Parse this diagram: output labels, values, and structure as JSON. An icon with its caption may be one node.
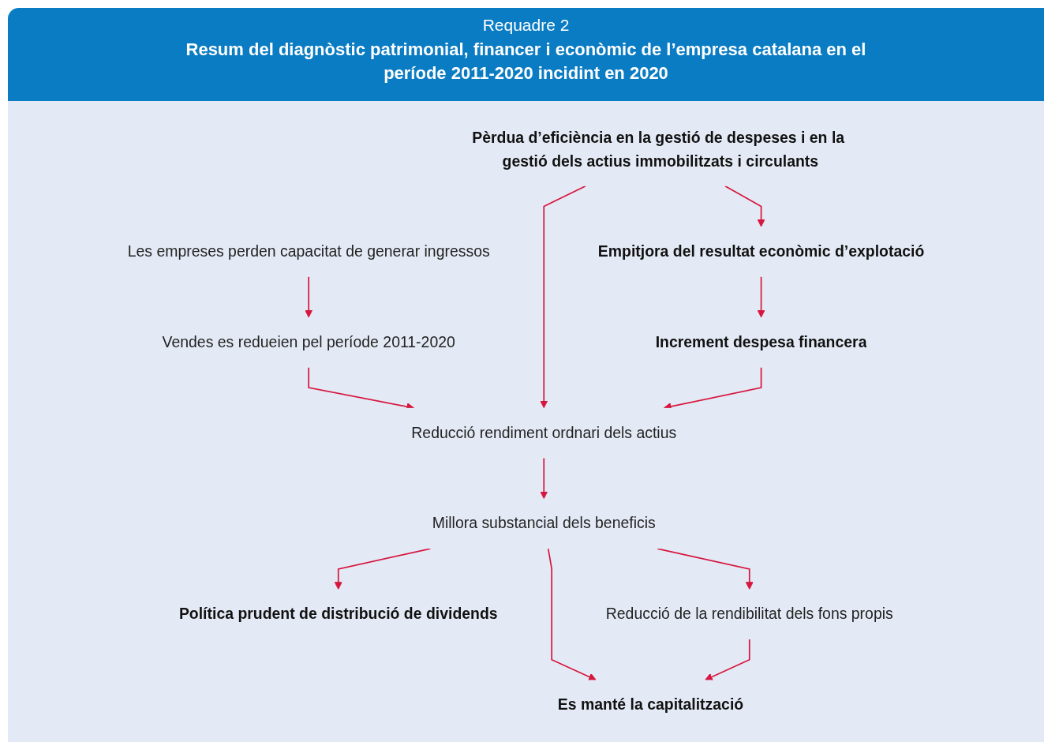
{
  "diagram": {
    "title": "Resum del diagnòstic patrimonial, financer i econòmic de l’empresa catalana en el període 2011-2020 incidint en 2020",
    "nodes": [
      {
        "text": [
          "Les empreses perden capacitat de generar ingressos"
        ]
      },
      {
        "text": [
          "Vendes es redueien pel període 2011-2020"
        ]
      },
      {
        "text": [
          "Pèrdua d’eficiència en la gestió de despeses i en la gestió dels actius immobilitzats i circulants"
        ]
      },
      {
        "text": [
          "Empitjora del resultat econòmic d’explotació"
        ]
      },
      {
        "text": [
          "Increment despesa financera"
        ]
      },
      {
        "text": [
          "Reducció rendiment ordnari dels actius"
        ]
      },
      {
        "text": [
          "Millora substancial dels beneficis"
        ]
      },
      {
        "text": [
          "Política prudent de distribució de dividends"
        ]
      },
      {
        "text": [
          "Reducció de la rendibilitat dels fons propis"
        ]
      },
      {
        "text": [
          "Es manté la capitalització"
        ]
      }
    ],
    "edges": [
      {
        "from": 0,
        "to": 1,
        "arrow": "to"
      },
      {
        "from": 1,
        "to": 5,
        "arrow": "to"
      },
      {
        "from": 2,
        "to": 5,
        "arrow": "to"
      },
      {
        "from": 2,
        "to": 3,
        "arrow": "to"
      },
      {
        "from": 3,
        "to": 4,
        "arrow": "to"
      },
      {
        "from": 4,
        "to": 5,
        "arrow": "to"
      },
      {
        "from": 5,
        "to": 6,
        "arrow": "to"
      },
      {
        "from": 6,
        "to": 7,
        "arrow": "to"
      },
      {
        "from": 6,
        "to": 9,
        "arrow": "to"
      },
      {
        "from": 6,
        "to": 8,
        "arrow": "to"
      },
      {
        "from": 8,
        "to": 9,
        "arrow": "to"
      }
    ],
    "labels": [
      "Requadre 2"
    ]
  }
}
